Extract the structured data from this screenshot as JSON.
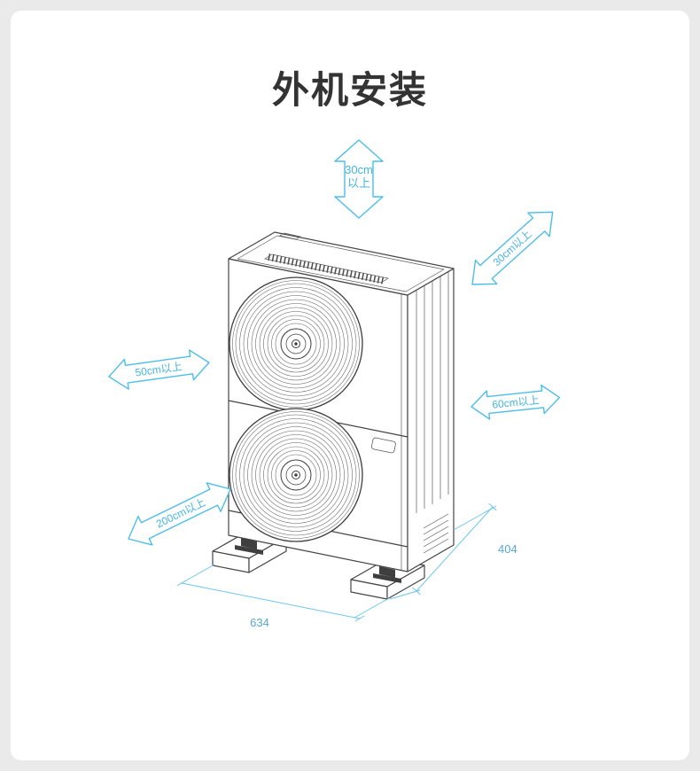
{
  "page": {
    "title": "外机安装",
    "background_color": "#eaeaea",
    "card_color": "#ffffff",
    "title_color": "#333333"
  },
  "diagram": {
    "accent_color": "#4cbde9",
    "line_color": "#454545",
    "clearances": {
      "top": {
        "line1": "30cm",
        "line2": "以上"
      },
      "top_right": "30cm以上",
      "left": "50cm以上",
      "right": "60cm以上",
      "bottom_left": "200cm以上"
    },
    "dimensions": {
      "width_mm": "634",
      "depth_mm": "404"
    }
  }
}
